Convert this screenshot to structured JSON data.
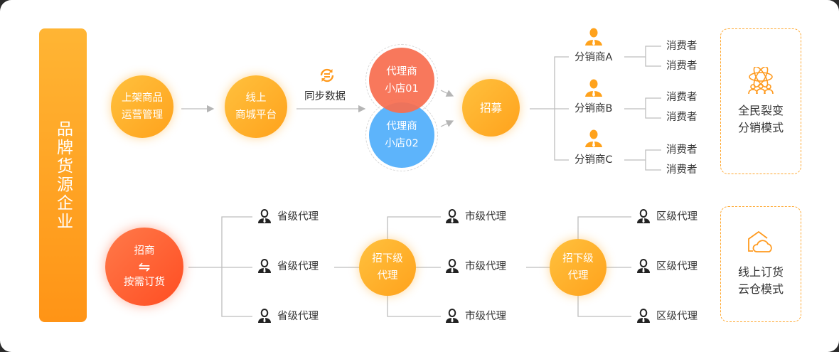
{
  "enterprise": "品牌货源企业",
  "top": {
    "listing": [
      "上架商品",
      "运营管理"
    ],
    "mall": [
      "线上",
      "商城平台"
    ],
    "sync_label": "同步数据",
    "shop1": [
      "代理商",
      "小店01"
    ],
    "shop2": [
      "代理商",
      "小店02"
    ],
    "recruit": "招募",
    "distributors": [
      {
        "name": "分销商A",
        "consumers": [
          "消费者",
          "消费者"
        ]
      },
      {
        "name": "分销商B",
        "consumers": [
          "消费者",
          "消费者"
        ]
      },
      {
        "name": "分销商C",
        "consumers": [
          "消费者",
          "消费者"
        ]
      }
    ],
    "mode": [
      "全民裂变",
      "分销模式"
    ]
  },
  "bottom": {
    "invest": {
      "top": "招商",
      "arrow": "⇋",
      "bottom": "按需订货"
    },
    "provincial": [
      "省级代理",
      "省级代理",
      "省级代理"
    ],
    "sub1": [
      "招下级",
      "代理"
    ],
    "city": [
      "市级代理",
      "市级代理",
      "市级代理"
    ],
    "sub2": [
      "招下级",
      "代理"
    ],
    "district": [
      "区级代理",
      "区级代理",
      "区级代理"
    ],
    "mode": [
      "线上订货",
      "云仓模式"
    ]
  },
  "colors": {
    "orange": "#ffa21c",
    "red": "#f8765a",
    "blue": "#5db4fb",
    "invest": "#ff5a2c"
  }
}
